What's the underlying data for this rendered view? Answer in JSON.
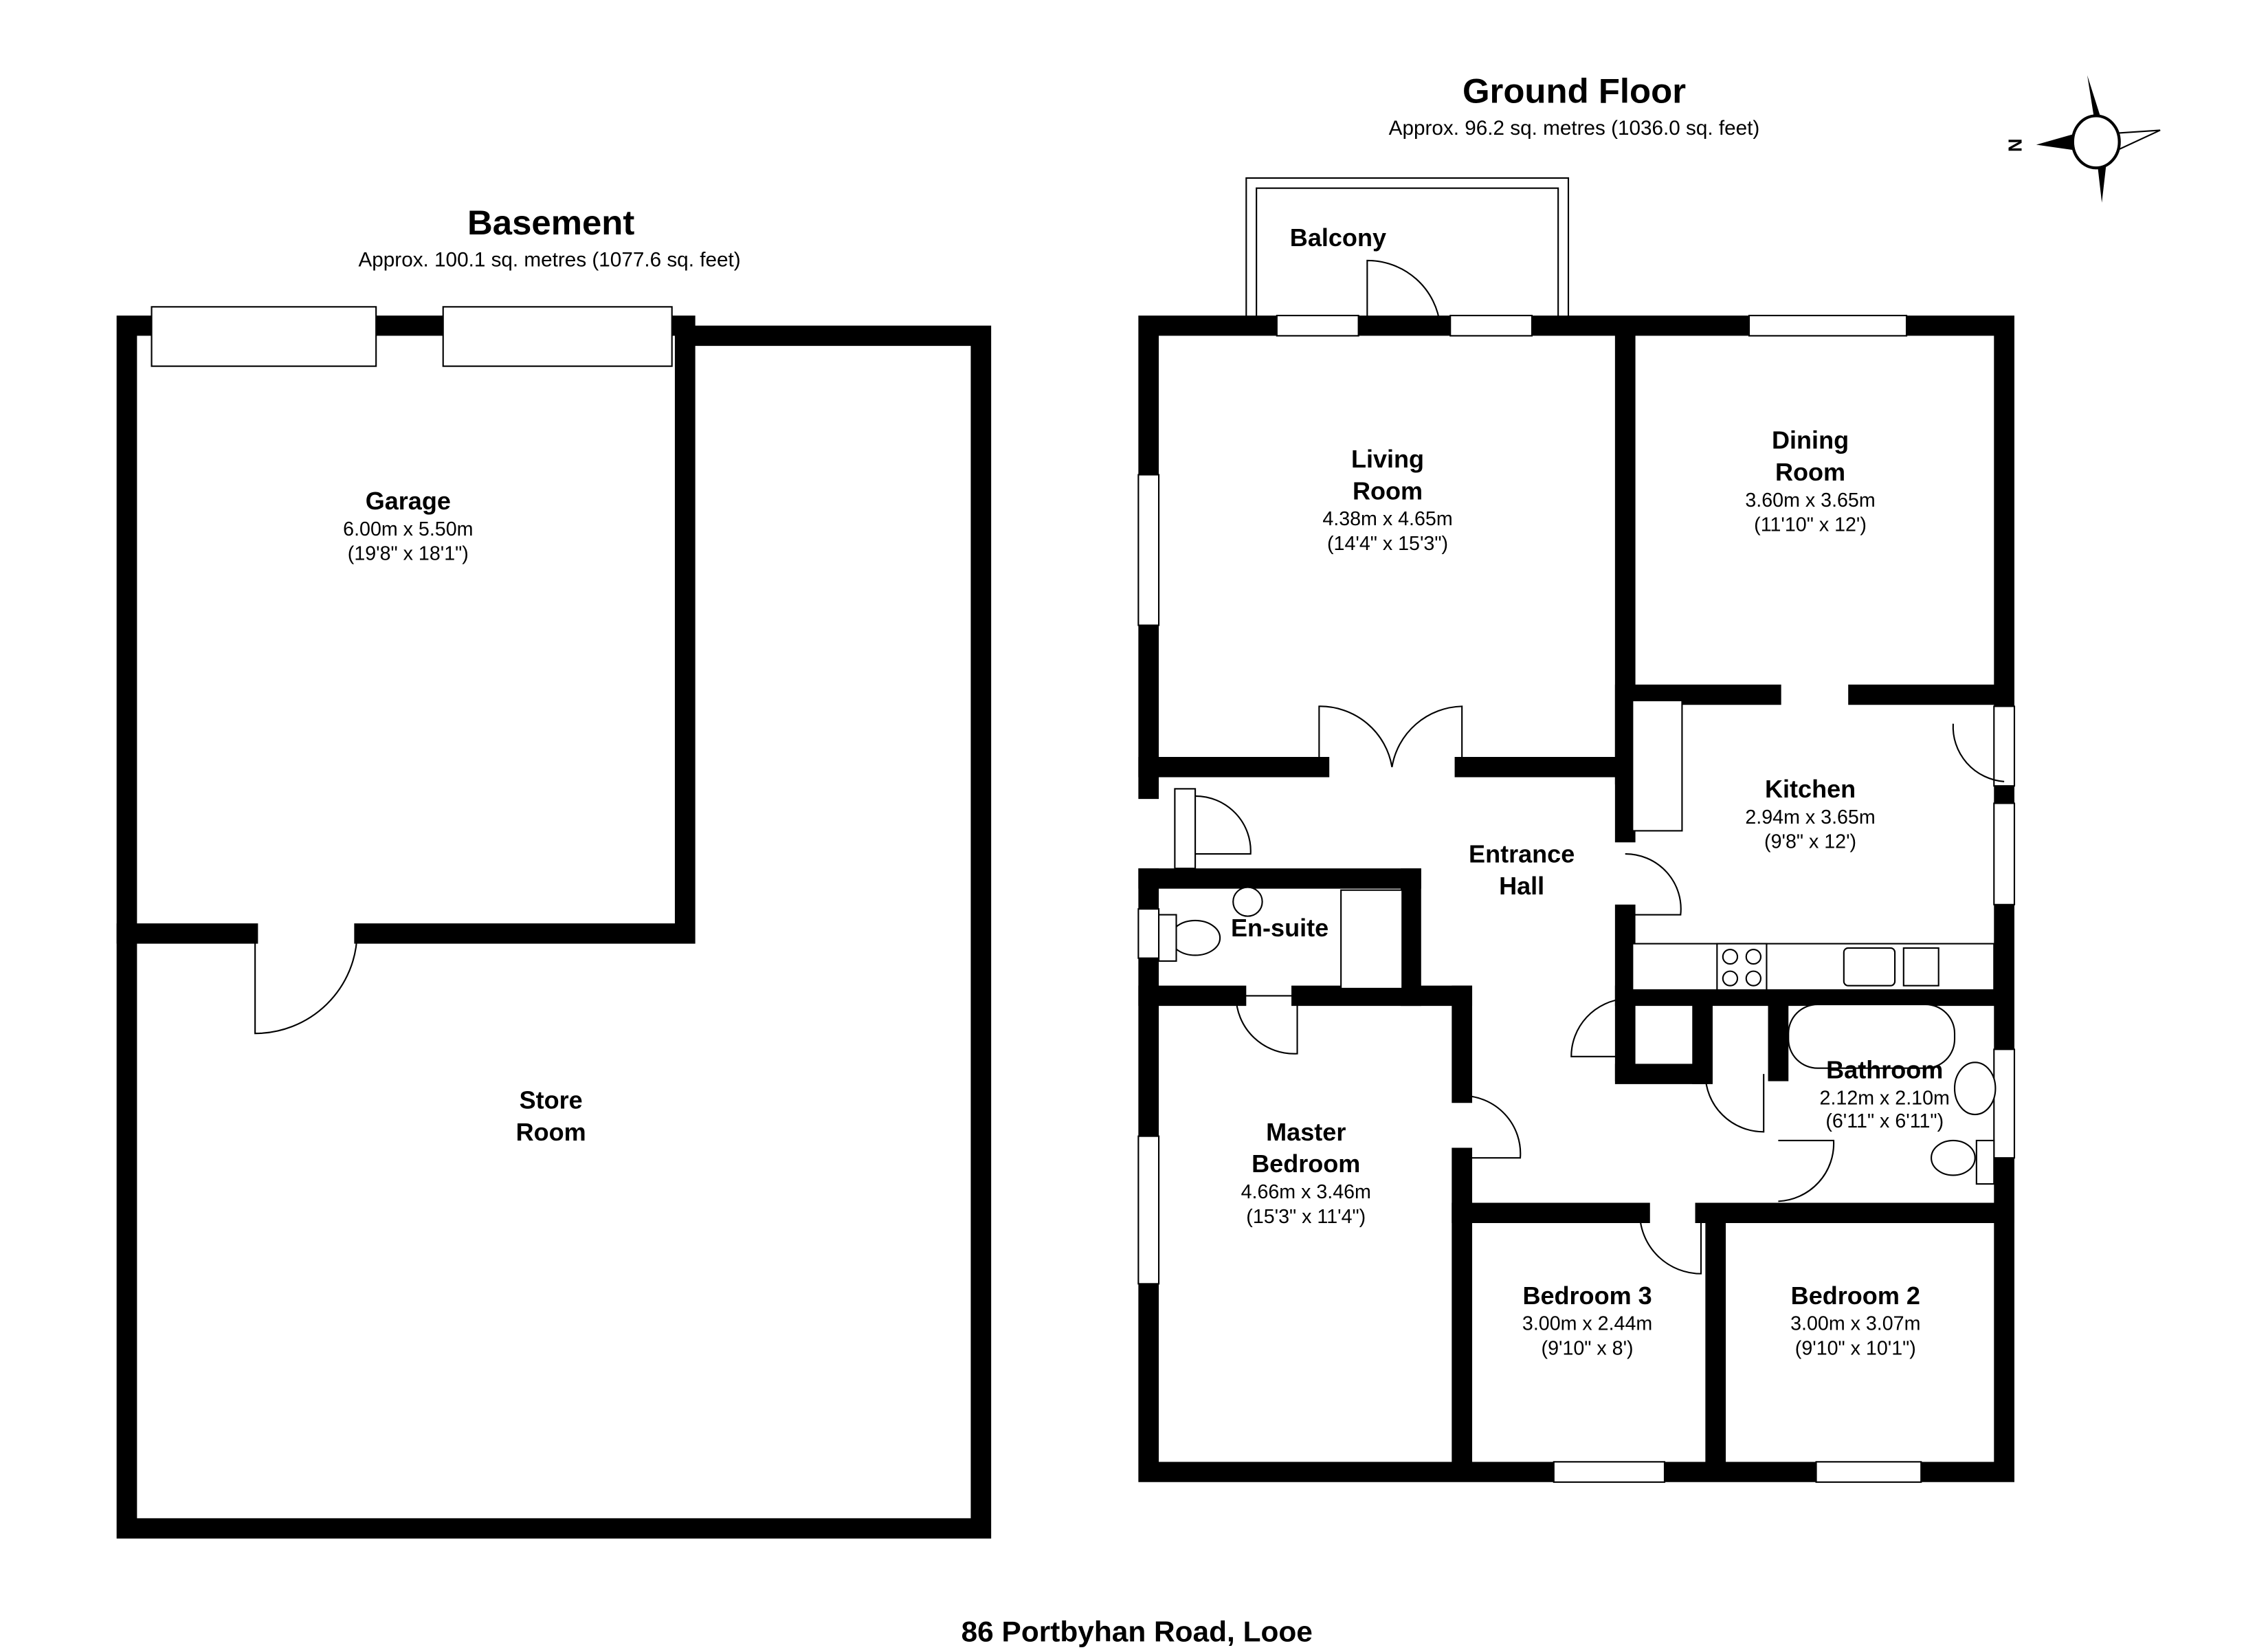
{
  "address": "86 Portbyhan Road, Looe",
  "compass": {
    "label": "N"
  },
  "basement": {
    "title": "Basement",
    "area": "Approx. 100.1 sq. metres (1077.6 sq. feet)",
    "rooms": {
      "garage": {
        "name": "Garage",
        "metric": "6.00m x 5.50m",
        "imperial": "(19'8\" x 18'1\")"
      },
      "store": {
        "name1": "Store",
        "name2": "Room"
      }
    }
  },
  "ground_floor": {
    "title": "Ground Floor",
    "area": "Approx. 96.2 sq. metres (1036.0 sq. feet)",
    "rooms": {
      "balcony": {
        "name": "Balcony"
      },
      "living": {
        "name1": "Living",
        "name2": "Room",
        "metric": "4.38m x 4.65m",
        "imperial": "(14'4\" x 15'3\")"
      },
      "dining": {
        "name1": "Dining",
        "name2": "Room",
        "metric": "3.60m x 3.65m",
        "imperial": "(11'10\" x 12')"
      },
      "kitchen": {
        "name": "Kitchen",
        "metric": "2.94m x 3.65m",
        "imperial": "(9'8\" x 12')"
      },
      "hall": {
        "name1": "Entrance",
        "name2": "Hall"
      },
      "ensuite": {
        "name": "En-suite"
      },
      "bathroom": {
        "name": "Bathroom",
        "metric": "2.12m x 2.10m",
        "imperial": "(6'11\" x 6'11\")"
      },
      "master": {
        "name1": "Master",
        "name2": "Bedroom",
        "metric": "4.66m x 3.46m",
        "imperial": "(15'3\" x 11'4\")"
      },
      "bedroom3": {
        "name": "Bedroom 3",
        "metric": "3.00m x 2.44m",
        "imperial": "(9'10\" x 8')"
      },
      "bedroom2": {
        "name": "Bedroom 2",
        "metric": "3.00m x 3.07m",
        "imperial": "(9'10\" x 10'1\")"
      }
    }
  }
}
